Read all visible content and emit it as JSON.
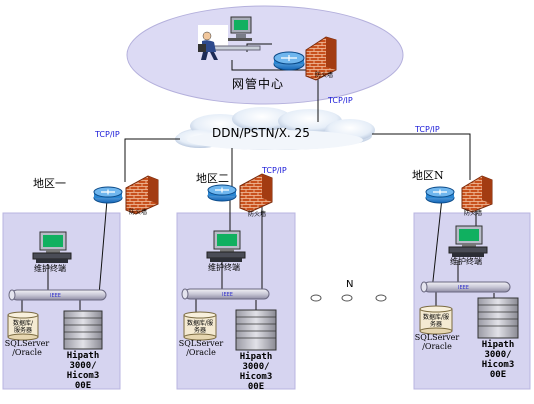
{
  "center": {
    "label": "网管中心",
    "firewall_label": "防火墙"
  },
  "cloud": {
    "label": "DDN/PSTN/X. 25"
  },
  "protocols": {
    "center_link": "TCP/IP",
    "left_link": "TCP/IP",
    "mid_link": "TCP/IP",
    "right_link": "TCP/IP"
  },
  "regions": [
    {
      "title": "地区一",
      "firewall_label": "防火墙",
      "terminal_label": "维护终端",
      "db_label": "数据库/服务器",
      "db_software": [
        "SQLServer",
        "/Oracle"
      ],
      "pbx_label": [
        "Hipath",
        "3000/",
        "Hicom3",
        "00E"
      ]
    },
    {
      "title": "地区二",
      "firewall_label": "防火墙",
      "terminal_label": "维护终端",
      "db_label": "数据库/服务器",
      "db_software": [
        "SQLServer",
        "/Oracle"
      ],
      "pbx_label": [
        "Hipath",
        "3000/",
        "Hicom3",
        "00E"
      ]
    },
    {
      "title": "地区N",
      "firewall_label": "防火墙",
      "terminal_label": "维护终端",
      "db_label": "数据库/服务器",
      "db_software": [
        "SQLServer",
        "/Oracle"
      ],
      "pbx_label": [
        "Hipath",
        "3000/",
        "Hicom3",
        "00E"
      ]
    }
  ],
  "ellipsis_label": "N",
  "colors": {
    "region_fill": "#d6d4f0",
    "center_fill": "#dcdaf4",
    "router": "#1e7fd0",
    "firewall": "#c84a1a",
    "protocol_text": "#1a1ad8"
  }
}
